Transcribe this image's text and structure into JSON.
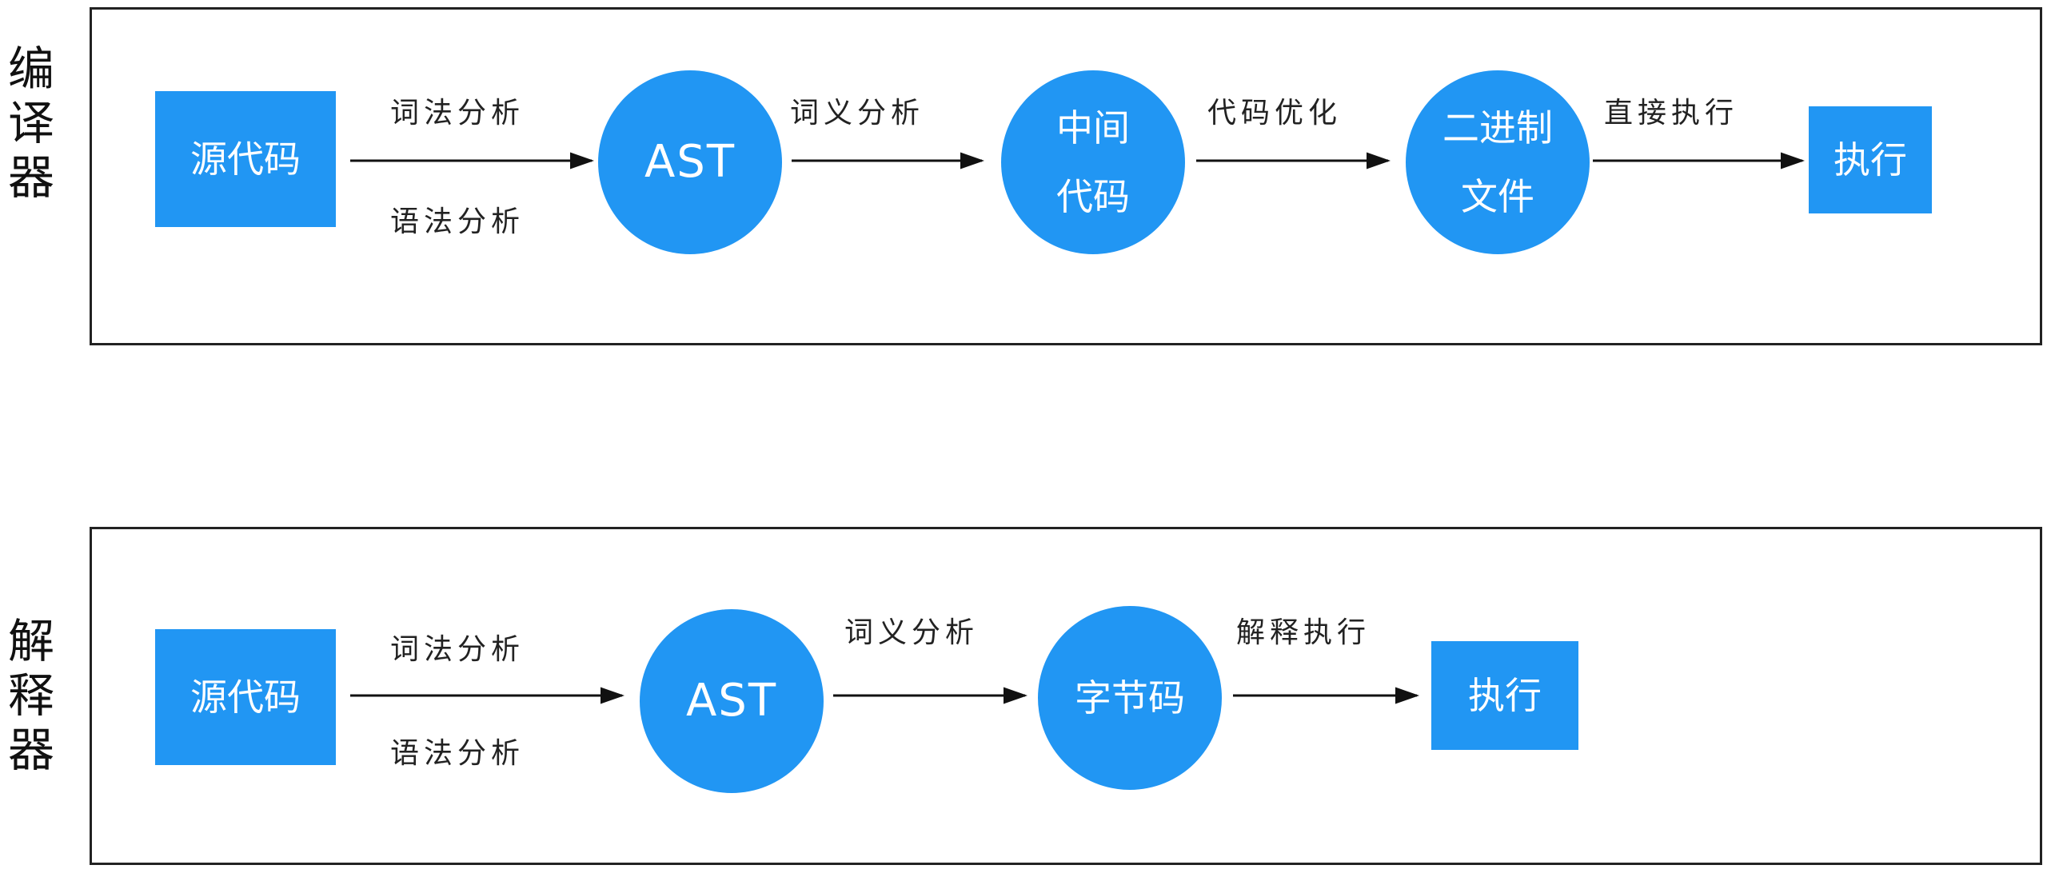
{
  "compiler": {
    "side_label": [
      "编",
      "译",
      "器"
    ],
    "source": "源代码",
    "edge1_top": "词法分析",
    "edge1_bottom": "语法分析",
    "ast": "AST",
    "edge2": "词义分析",
    "ir": [
      "中间",
      "代码"
    ],
    "edge3": "代码优化",
    "binary": [
      "二进制",
      "文件"
    ],
    "edge4": "直接执行",
    "exec": "执行"
  },
  "interpreter": {
    "side_label": [
      "解",
      "释",
      "器"
    ],
    "source": "源代码",
    "edge1_top": "词法分析",
    "edge1_bottom": "语法分析",
    "ast": "AST",
    "edge2": "词义分析",
    "bytecode": "字节码",
    "edge3": "解释执行",
    "exec": "执行"
  },
  "colors": {
    "node_fill": "#2196f3",
    "node_text": "#ffffff",
    "border": "#222222",
    "arrow": "#111111"
  }
}
